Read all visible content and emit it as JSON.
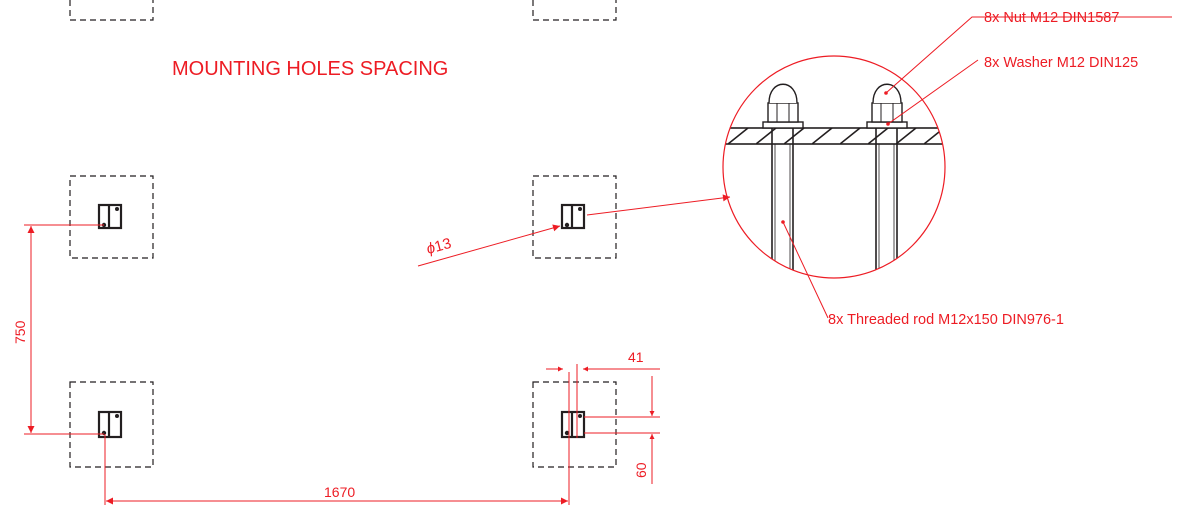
{
  "title": "MOUNTING HOLES SPACING",
  "dimensions": {
    "vertical_spacing": "750",
    "horizontal_spacing": "1670",
    "hole_diameter": "13",
    "offset_x": "41",
    "offset_y": "60"
  },
  "callouts": {
    "nut": "8x Nut M12 DIN1587",
    "washer": "8x Washer M12 DIN125",
    "rod": "8x Threaded rod M12x150 DIN976-1"
  },
  "colors": {
    "annotation": "#ED1C24",
    "outline": "#231F20"
  },
  "symbols": {
    "diameter": "ϕ"
  }
}
